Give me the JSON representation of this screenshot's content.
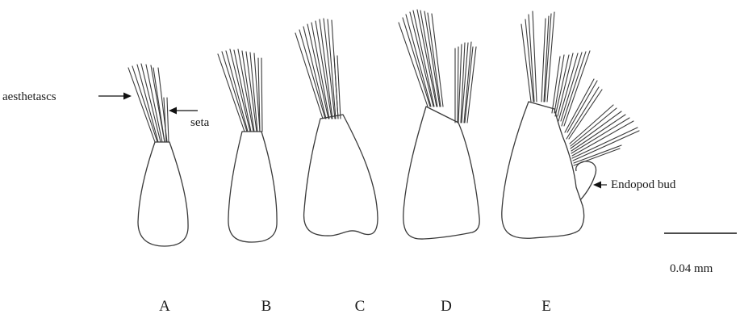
{
  "annotations": {
    "aesthetascs": "aesthetascs",
    "seta": "seta",
    "endopod_bud": "Endopod bud"
  },
  "scale_bar": {
    "label": "0.04 mm"
  },
  "panels": [
    "A",
    "B",
    "C",
    "D",
    "E"
  ]
}
